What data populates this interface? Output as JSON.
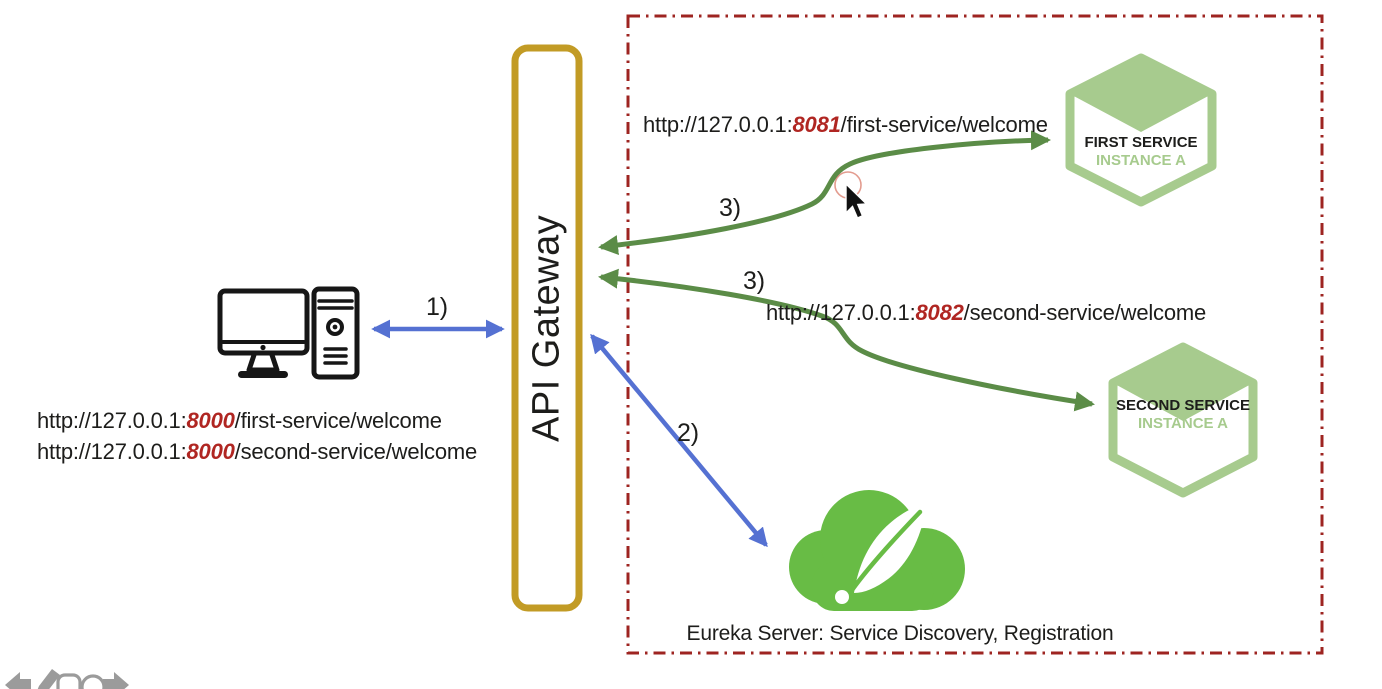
{
  "colors": {
    "gateway_border": "#c29b25",
    "service_hex_green": "#a7cb8e",
    "request_arrow_green": "#5b8c47",
    "client_arrow_blue": "#5571d2",
    "discovery_zone_red": "#9e2421",
    "port_highlight_red": "#b02622",
    "spring_logo_green": "#68bc45",
    "text_black": "#1d1d1b",
    "toolbar_gray": "#9b9b9b"
  },
  "gateway": {
    "label": "API Gateway"
  },
  "client": {
    "request_urls": [
      {
        "prefix": "http://127.0.0.1:",
        "port": "8000",
        "suffix": "/first-service/welcome"
      },
      {
        "prefix": "http://127.0.0.1:",
        "port": "8000",
        "suffix": "/second-service/welcome"
      }
    ]
  },
  "arrow_labels": {
    "client_to_gateway": "1)",
    "gateway_to_eureka": "2)",
    "gateway_to_first_service": "3)",
    "gateway_to_second_service": "3)"
  },
  "services": [
    {
      "name": "FIRST SERVICE",
      "instance": "INSTANCE A",
      "routed_url": {
        "prefix": "http://127.0.0.1:",
        "port": "8081",
        "suffix": "/first-service/welcome"
      }
    },
    {
      "name": "SECOND SERVICE",
      "instance": "INSTANCE A",
      "routed_url": {
        "prefix": "http://127.0.0.1:",
        "port": "8082",
        "suffix": "/second-service/welcome"
      }
    }
  ],
  "eureka": {
    "caption": "Eureka Server: Service Discovery, Registration"
  },
  "toolbar_icons": [
    "back-arrow",
    "pencil",
    "rounded-square",
    "circle",
    "forward-arrow"
  ]
}
